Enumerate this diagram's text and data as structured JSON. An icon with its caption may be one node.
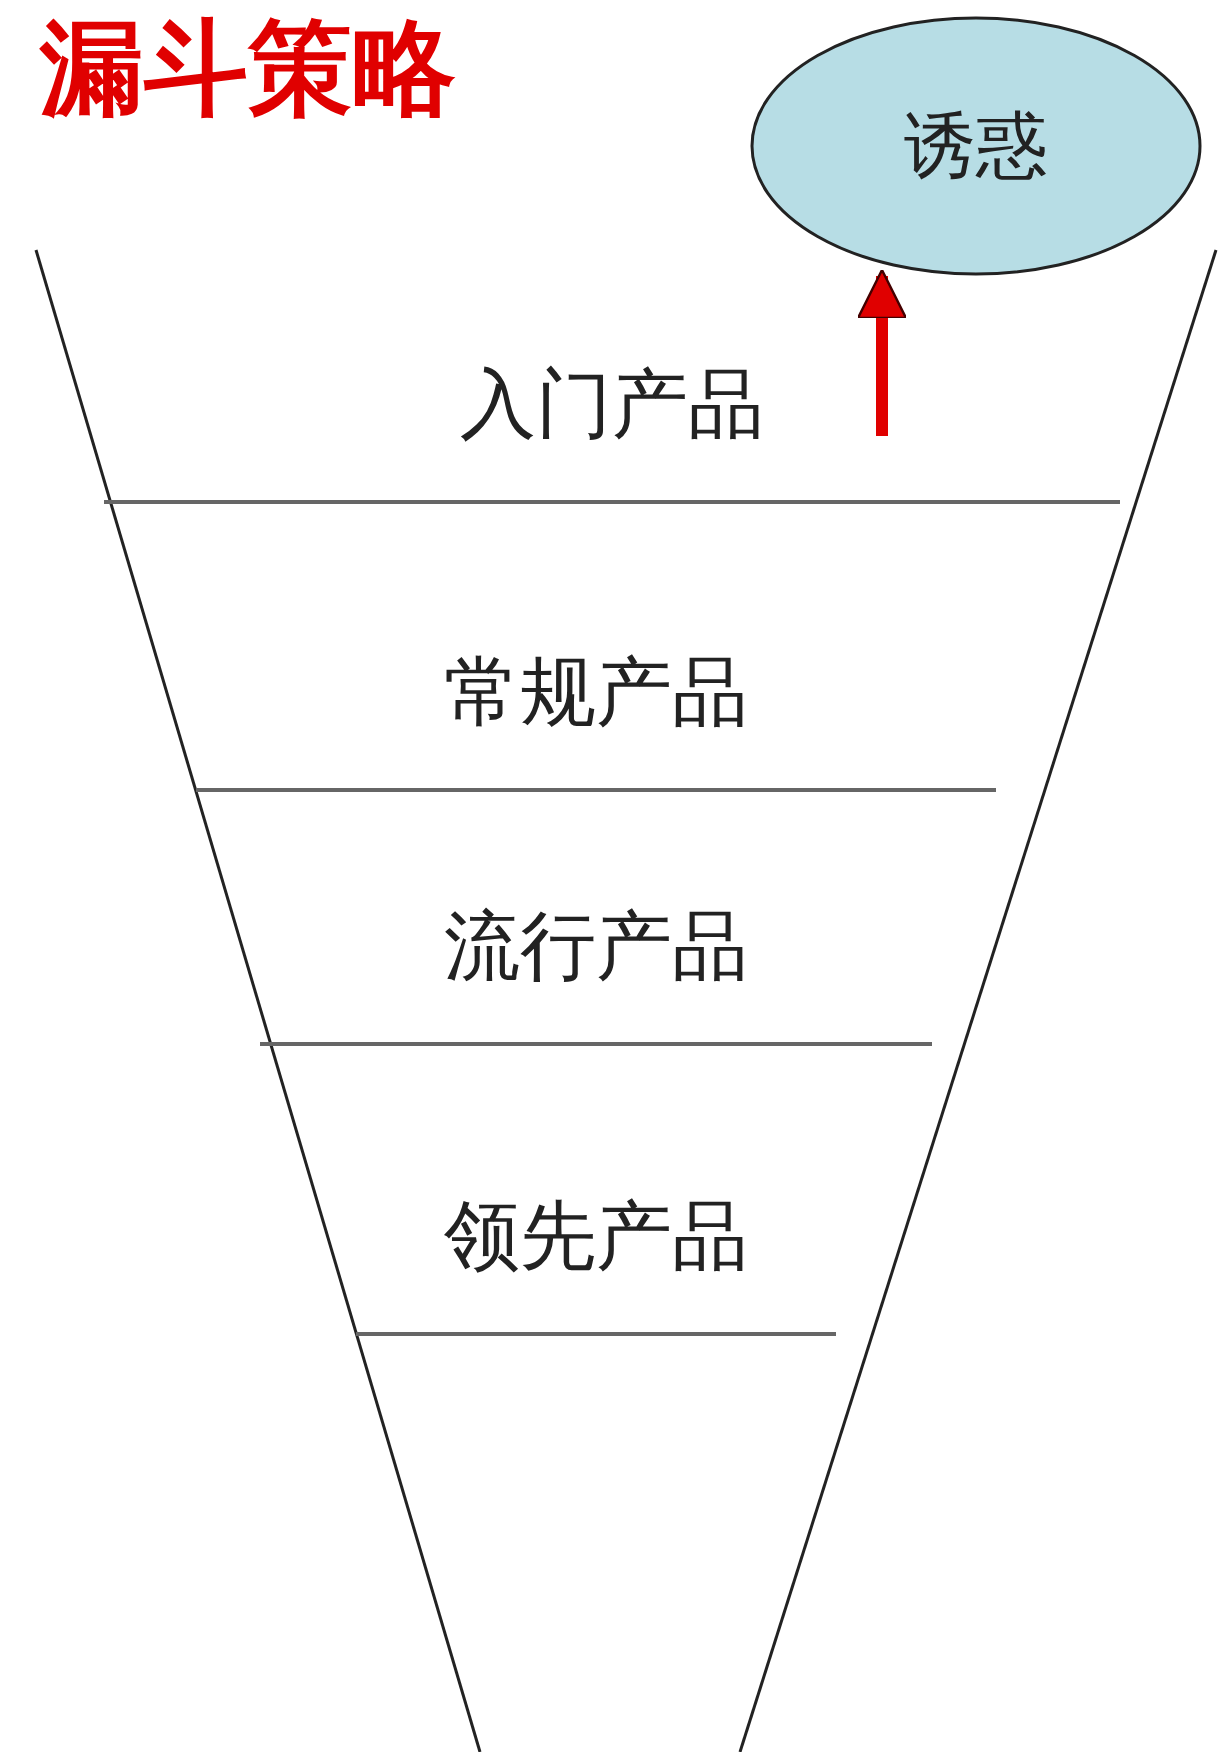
{
  "diagram": {
    "title": "漏斗策略",
    "nodes": [
      {
        "text": [
          "入门产品"
        ]
      },
      {
        "text": [
          "常规产品"
        ]
      },
      {
        "text": [
          "流行产品"
        ]
      },
      {
        "text": [
          "领先产品"
        ]
      },
      {
        "text": [
          "诱惑"
        ]
      }
    ],
    "edges": [
      {
        "from": 0,
        "to": 4,
        "arrow": "to",
        "color": "#e00000"
      }
    ]
  }
}
